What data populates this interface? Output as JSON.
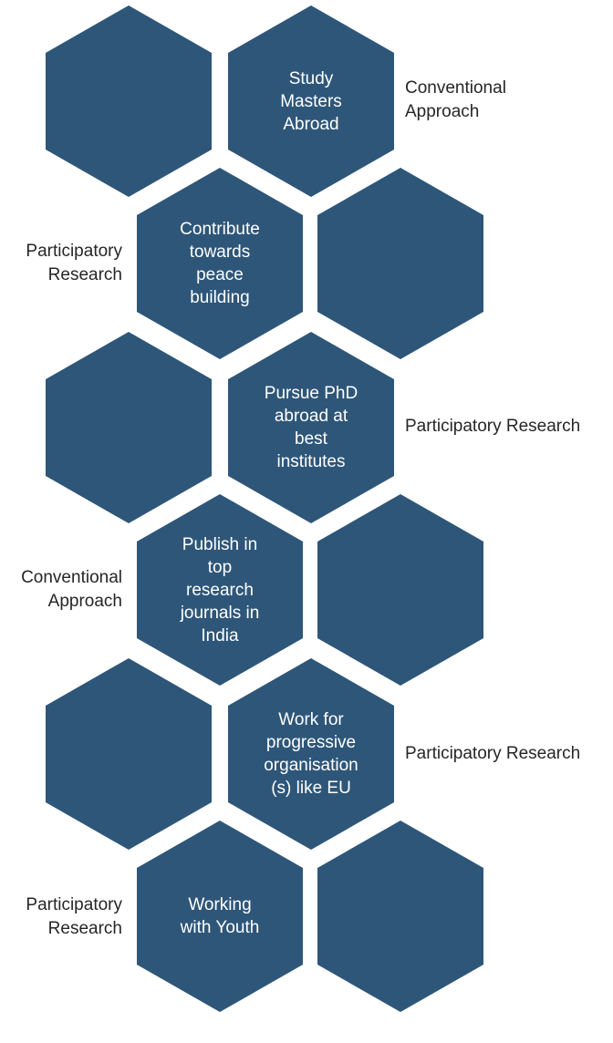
{
  "colors": {
    "hexagon_fill": "#2e5679",
    "hexagon_text": "#ffffff",
    "label_text": "#262626"
  },
  "rows": [
    {
      "text": "",
      "filled_text": "Study\nMasters\nAbroad",
      "label": "Conventional\nApproach"
    },
    {
      "filled_text": "Contribute\ntowards\npeace\nbuilding",
      "label": "Participatory\nResearch"
    },
    {
      "filled_text": "Pursue PhD\nabroad at\nbest\ninstitutes",
      "label": "Participatory Research"
    },
    {
      "filled_text": "Publish in\ntop\nresearch\njournals in\nIndia",
      "label": "Conventional\nApproach"
    },
    {
      "filled_text": "Work for\nprogressive\norganisation\n(s) like EU",
      "label": "Participatory Research"
    },
    {
      "filled_text": "Working\nwith Youth",
      "label": "Participatory\nResearch"
    }
  ]
}
